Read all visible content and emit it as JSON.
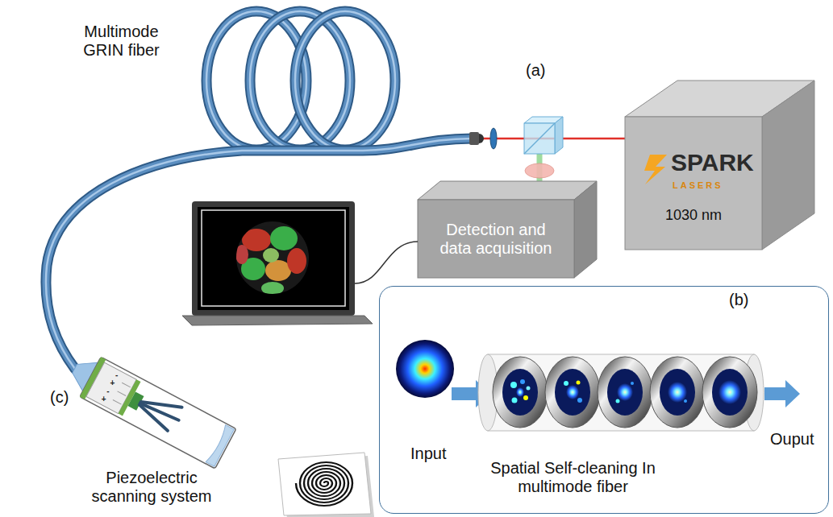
{
  "diagram": {
    "nodes": [
      {
        "text": [
          "SPARK",
          "LASERS",
          "1030 nm"
        ]
      },
      {
        "text": [
          "Detection and data acquisition"
        ]
      },
      {
        "text": [
          "(b)",
          "Input",
          "Spatial Self-cleaning In multimode fiber",
          "Ouput"
        ]
      }
    ],
    "labels": [
      "Multimode GRIN fiber",
      "(a)",
      "(c)",
      "Piezoelectric scanning system",
      "-",
      "+",
      "-",
      "+"
    ]
  }
}
